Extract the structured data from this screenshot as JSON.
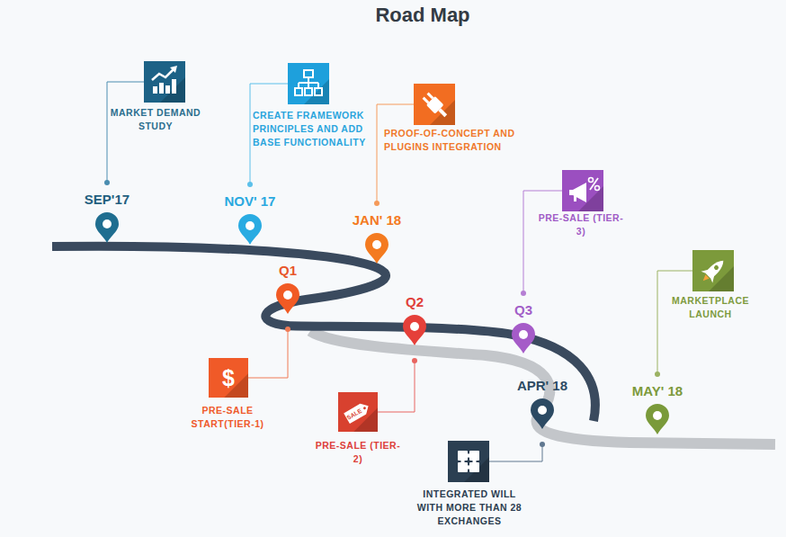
{
  "diagram": {
    "title": "Road Map",
    "nodes": [
      {
        "text": [
          "SEP'17"
        ]
      },
      {
        "text": [
          "MARKET DEMAND STUDY"
        ]
      },
      {
        "text": [
          "NOV' 17"
        ]
      },
      {
        "text": [
          "CREATE FRAMEWORK PRINCIPLES AND ADD BASE FUNCTIONALITY"
        ]
      },
      {
        "text": [
          "JAN' 18"
        ]
      },
      {
        "text": [
          "PROOF-OF-CONCEPT AND PLUGINS INTEGRATION"
        ]
      },
      {
        "text": [
          "Q1"
        ]
      },
      {
        "text": [
          "PRE-SALE START(TIER-1)"
        ]
      },
      {
        "text": [
          "Q2"
        ]
      },
      {
        "text": [
          "PRE-SALE (TIER-2)"
        ]
      },
      {
        "text": [
          "Q3"
        ]
      },
      {
        "text": [
          "PRE-SALE (TIER-3)"
        ]
      },
      {
        "text": [
          "APR' 18"
        ]
      },
      {
        "text": [
          "INTEGRATED WILL WITH MORE THAN 28 EXCHANGES"
        ]
      },
      {
        "text": [
          "MAY' 18"
        ]
      },
      {
        "text": [
          "MARKETPLACE LAUNCH"
        ]
      }
    ],
    "edges": [
      {
        "from": 1,
        "to": 0,
        "arrow": "none"
      },
      {
        "from": 3,
        "to": 2,
        "arrow": "none"
      },
      {
        "from": 5,
        "to": 4,
        "arrow": "none"
      },
      {
        "from": 7,
        "to": 6,
        "arrow": "none"
      },
      {
        "from": 9,
        "to": 8,
        "arrow": "none"
      },
      {
        "from": 11,
        "to": 10,
        "arrow": "none"
      },
      {
        "from": 13,
        "to": 12,
        "arrow": "none"
      },
      {
        "from": 15,
        "to": 14,
        "arrow": "none"
      }
    ],
    "labels": [
      "$",
      "SALE"
    ]
  }
}
